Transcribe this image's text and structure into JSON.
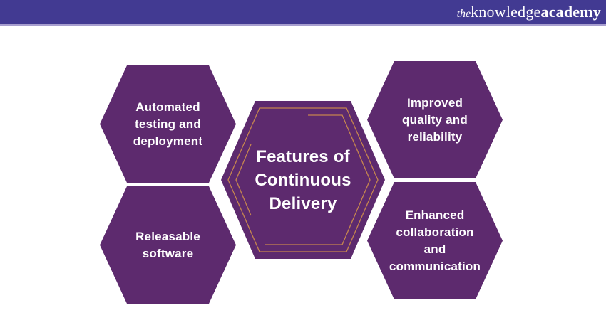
{
  "header": {
    "logo": {
      "the": "the",
      "knowledge": "knowledge",
      "academy": "academy"
    },
    "bg_color": "#423a92",
    "underline_color": "#a79ecf"
  },
  "diagram": {
    "title": "Features of\nContinuous\nDelivery",
    "hexagons": [
      {
        "id": "automated-testing",
        "label": "Automated\ntesting and\ndeployment",
        "position": "top-left"
      },
      {
        "id": "improved-quality",
        "label": "Improved\nquality and\nreliability",
        "position": "top-right"
      },
      {
        "id": "releasable-software",
        "label": "Releasable\nsoftware",
        "position": "bottom-left"
      },
      {
        "id": "enhanced-collaboration",
        "label": "Enhanced\ncollaboration\nand\ncommunication",
        "position": "bottom-right"
      }
    ],
    "colors": {
      "hexagon_fill": "#5d2a6e",
      "accent_line": "#c5854f",
      "text": "#ffffff"
    }
  }
}
